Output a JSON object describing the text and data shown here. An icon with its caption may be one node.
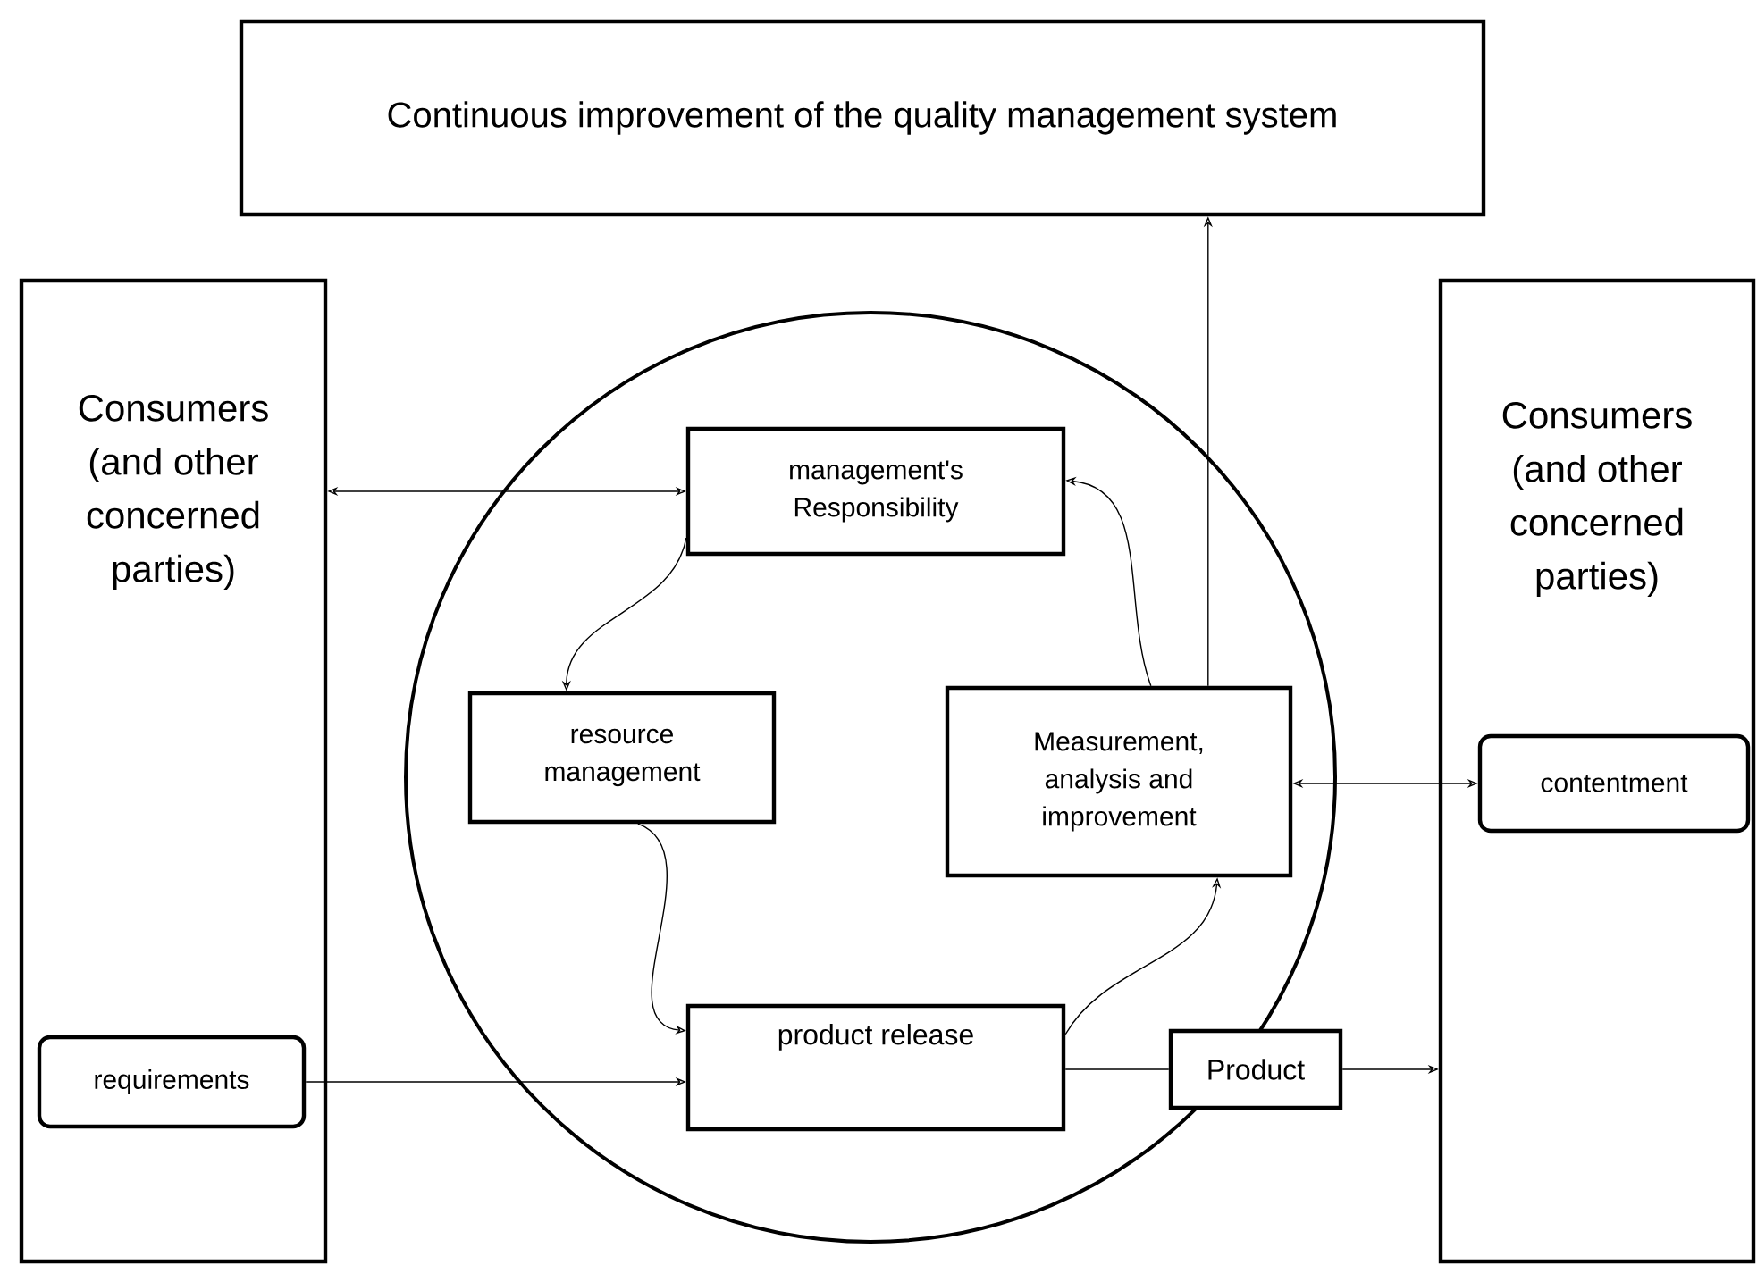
{
  "diagram": {
    "nodes": [
      {
        "text": [
          "Continuous improvement of the quality management system"
        ]
      },
      {
        "text": [
          "Consumers (and other concerned parties)"
        ]
      },
      {
        "text": [
          "requirements"
        ],
        "in": 1
      },
      {
        "text": [],
        "shape": "circle"
      },
      {
        "text": [
          "management's Responsibility"
        ],
        "in": 3
      },
      {
        "text": [
          "resource management"
        ],
        "in": 3
      },
      {
        "text": [
          "Measurement, analysis and improvement"
        ],
        "in": 3
      },
      {
        "text": [
          "product release"
        ],
        "in": 3
      },
      {
        "text": [
          "Product"
        ]
      },
      {
        "text": [
          "Consumers (and other concerned parties)"
        ]
      },
      {
        "text": [
          "contentment"
        ],
        "in": 9
      }
    ],
    "edges": [
      {
        "from": 1,
        "to": 4,
        "arrow": "both"
      },
      {
        "from": 4,
        "to": 5,
        "arrow": "to"
      },
      {
        "from": 5,
        "to": 7,
        "arrow": "to"
      },
      {
        "from": 7,
        "to": 6,
        "arrow": "to"
      },
      {
        "from": 6,
        "to": 4,
        "arrow": "to"
      },
      {
        "from": 6,
        "to": 0,
        "arrow": "to"
      },
      {
        "from": 2,
        "to": 7,
        "arrow": "to"
      },
      {
        "from": 6,
        "to": 10,
        "arrow": "both"
      },
      {
        "from": 7,
        "to": 8,
        "arrow": "none"
      },
      {
        "from": 8,
        "to": 9,
        "arrow": "to"
      }
    ]
  }
}
